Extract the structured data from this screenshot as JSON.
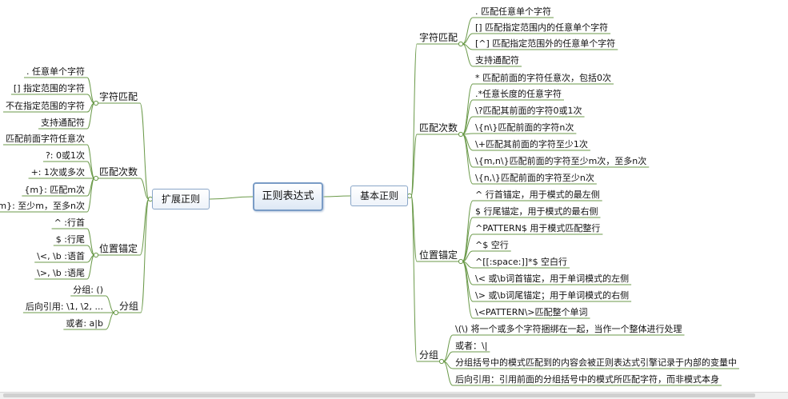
{
  "colors": {
    "connector": "#6b9a4a",
    "box_border": "#8aa6c8"
  },
  "root": {
    "label": "正则表达式"
  },
  "right": {
    "label": "基本正则",
    "groups": [
      {
        "label": "字符匹配",
        "items": [
          ". 匹配任意单个字符",
          "[] 匹配指定范围内的任意单个字符",
          "[^] 匹配指定范围外的任意单个字符",
          "支持通配符"
        ]
      },
      {
        "label": "匹配次数",
        "items": [
          "* 匹配前面的字符任意次，包括0次",
          ".*任意长度的任意字符",
          "\\?匹配其前面的字符0或1次",
          "\\{n\\}匹配前面的字符n次",
          "\\+匹配其前面的字符至少1次",
          "\\{m,n\\}匹配前面的字符至少m次，至多n次",
          "\\{n,\\}匹配前面的字符至少n次"
        ]
      },
      {
        "label": "位置锚定",
        "items": [
          "^ 行首锚定，用于模式的最左侧",
          "$ 行尾锚定，用于模式的最右侧",
          "^PATTERN$ 用于模式匹配整行",
          "^$ 空行",
          "^[[:space:]]*$ 空白行",
          "\\< 或\\b词首锚定，用于单词模式的左侧",
          "\\> 或\\b词尾锚定；用于单词模式的右侧",
          "\\<PATTERN\\>匹配整个单词"
        ]
      },
      {
        "label": "分组",
        "items": [
          "\\(\\) 将一个或多个字符捆绑在一起，当作一个整体进行处理",
          "或者：\\|",
          "分组括号中的模式匹配到的内容会被正则表达式引擎记录于内部的变量中",
          "后向引用：引用前面的分组括号中的模式所匹配字符，而非模式本身"
        ]
      }
    ]
  },
  "left": {
    "label": "扩展正则",
    "groups": [
      {
        "label": "字符匹配",
        "items": [
          ". 任意单个字符",
          "[] 指定范围的字符",
          "不在指定范围的字符",
          "支持通配符"
        ]
      },
      {
        "label": "匹配次数",
        "items": [
          "匹配前面字符任意次",
          "?: 0或1次",
          "+: 1次或多次",
          "{m}: 匹配m次",
          "m}: 至少m，至多n次"
        ]
      },
      {
        "label": "位置锚定",
        "items": [
          "^ :行首",
          "$ :行尾",
          "\\<, \\b :语首",
          "\\>, \\b :语尾"
        ]
      },
      {
        "label": "分组",
        "items": [
          "分组: ()",
          "后向引用: \\1, \\2, ...",
          "或者: a|b"
        ]
      }
    ]
  }
}
